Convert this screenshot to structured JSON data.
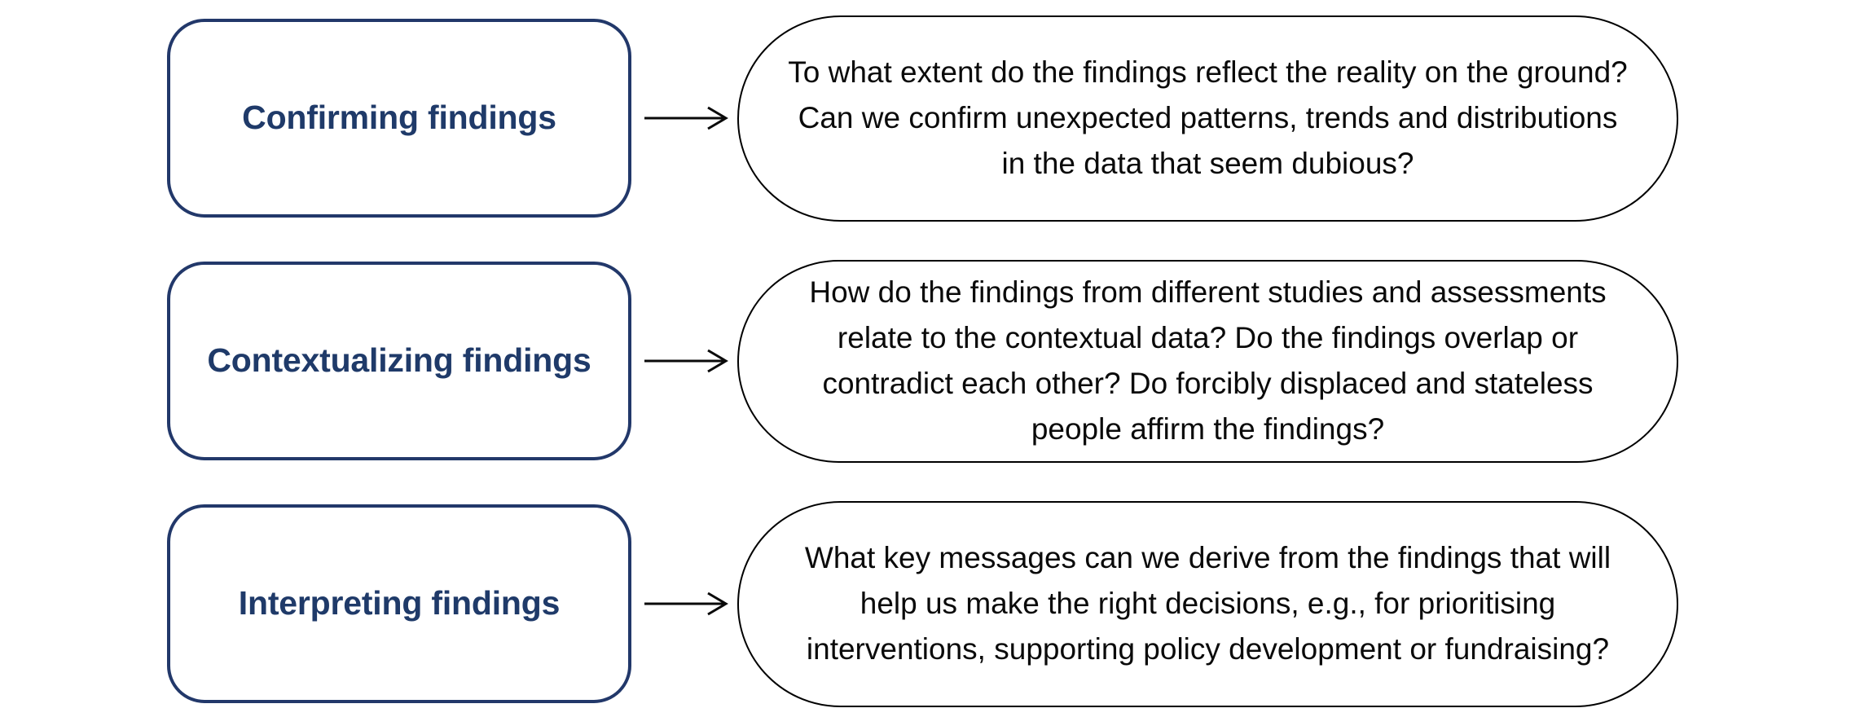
{
  "diagram": {
    "type": "flow",
    "background_color": "#ffffff",
    "accent_navy": "#22386a",
    "label_navy": "#1f3a69",
    "text_black": "#0a0a0a",
    "arrow_glyph": "arrow-right",
    "rows": [
      {
        "stage": "Confirming findings",
        "question": "To what extent do the findings reflect the reality on the ground? Can we confirm unexpected patterns, trends and distributions in the data that seem dubious?"
      },
      {
        "stage": "Contextualizing findings",
        "question": "How do the findings from different studies and assessments relate to the contextual data? Do the findings overlap or contradict each other? Do forcibly displaced and stateless people affirm the findings?"
      },
      {
        "stage": "Interpreting findings",
        "question": "What key messages can we derive from the findings that will help us make the right decisions, e.g., for prioritising interventions, supporting policy development or fundraising?"
      }
    ]
  }
}
